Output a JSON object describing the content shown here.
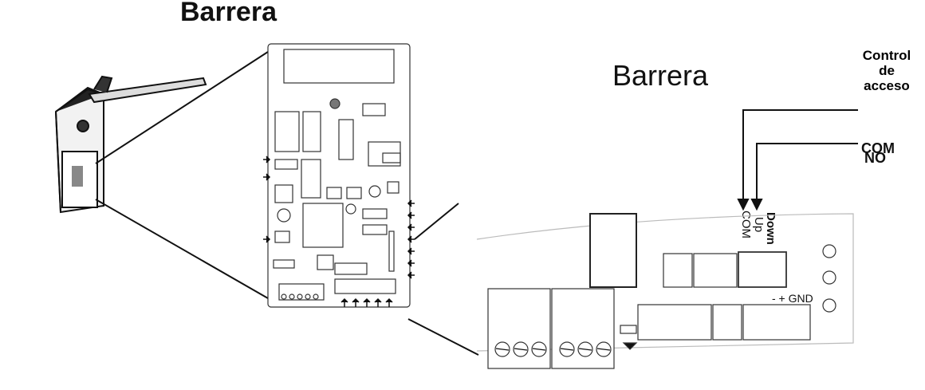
{
  "titles": {
    "left": "Barrera",
    "right": "Barrera"
  },
  "access_control": {
    "title_lines": [
      "Control",
      "de",
      "acceso"
    ],
    "com": "COM",
    "no": "NO"
  },
  "terminals": {
    "down": "Down",
    "up": "Up",
    "com": "COM",
    "gnd": "- + GND"
  }
}
